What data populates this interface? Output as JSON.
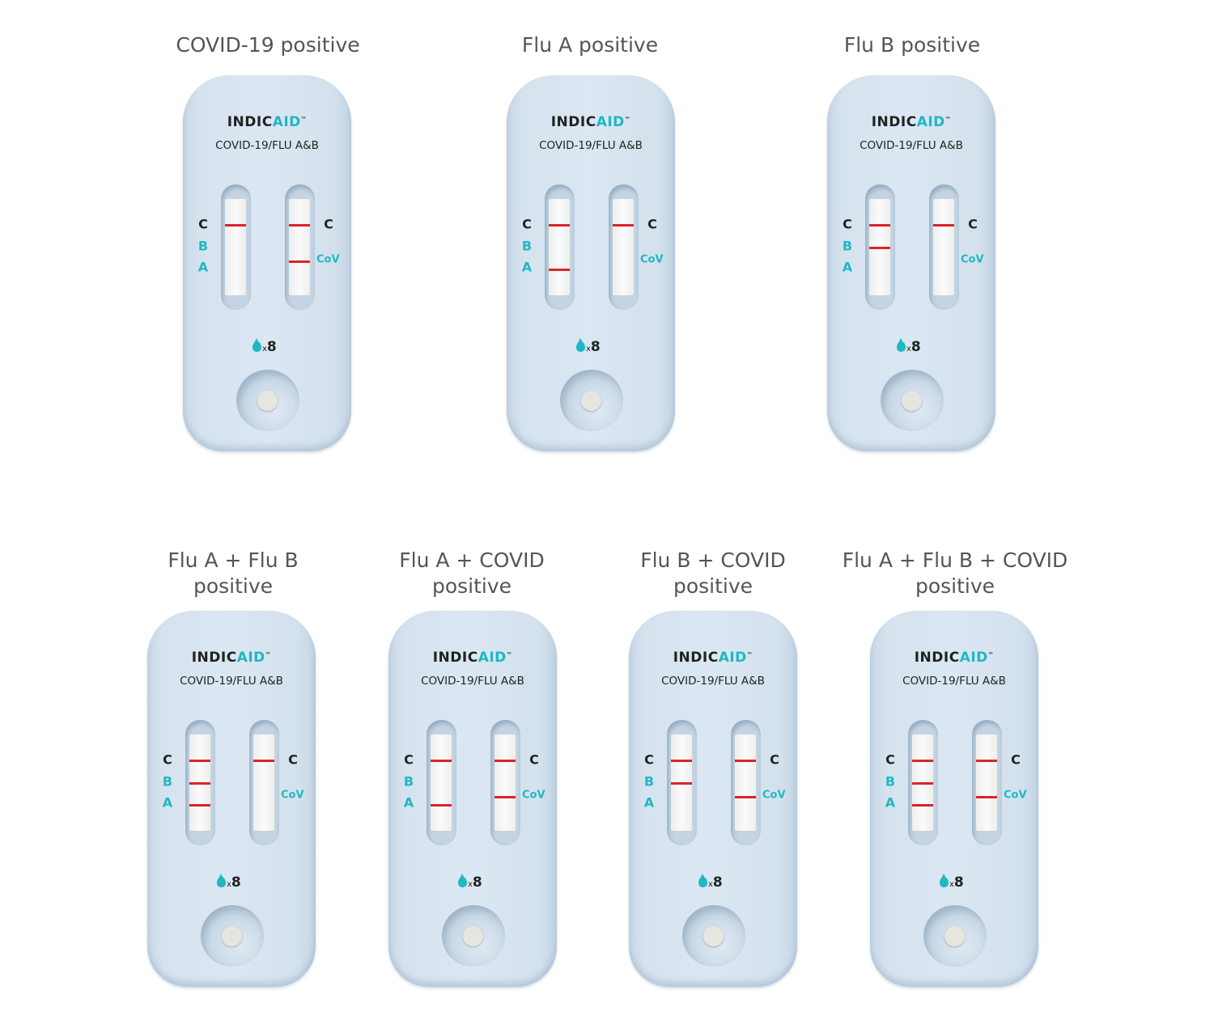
{
  "device": {
    "brand_dark": "INDIC",
    "brand_accent": "AID",
    "trademark": "™",
    "product": "COVID-19/FLU A&B",
    "label_c": "C",
    "label_b": "B",
    "label_a": "A",
    "label_cov": "CoV",
    "drop_x": "x",
    "drop_count": "8"
  },
  "colors": {
    "accent": "#1fb8c2",
    "line": "#d9252a"
  },
  "panels": [
    {
      "title": "COVID-19 positive",
      "lines": {
        "C1": true,
        "B": false,
        "A": false,
        "C2": true,
        "CoV": true
      }
    },
    {
      "title": "Flu A positive",
      "lines": {
        "C1": true,
        "B": false,
        "A": true,
        "C2": true,
        "CoV": false
      }
    },
    {
      "title": "Flu B positive",
      "lines": {
        "C1": true,
        "B": true,
        "A": false,
        "C2": true,
        "CoV": false
      }
    },
    {
      "title": "Flu A + Flu B positive",
      "lines": {
        "C1": true,
        "B": true,
        "A": true,
        "C2": true,
        "CoV": false
      }
    },
    {
      "title": "Flu A + COVID positive",
      "lines": {
        "C1": true,
        "B": false,
        "A": true,
        "C2": true,
        "CoV": true
      }
    },
    {
      "title": "Flu B + COVID positive",
      "lines": {
        "C1": true,
        "B": true,
        "A": false,
        "C2": true,
        "CoV": true
      }
    },
    {
      "title": "Flu A + Flu B + COVID positive",
      "lines": {
        "C1": true,
        "B": true,
        "A": true,
        "C2": true,
        "CoV": true
      }
    }
  ]
}
